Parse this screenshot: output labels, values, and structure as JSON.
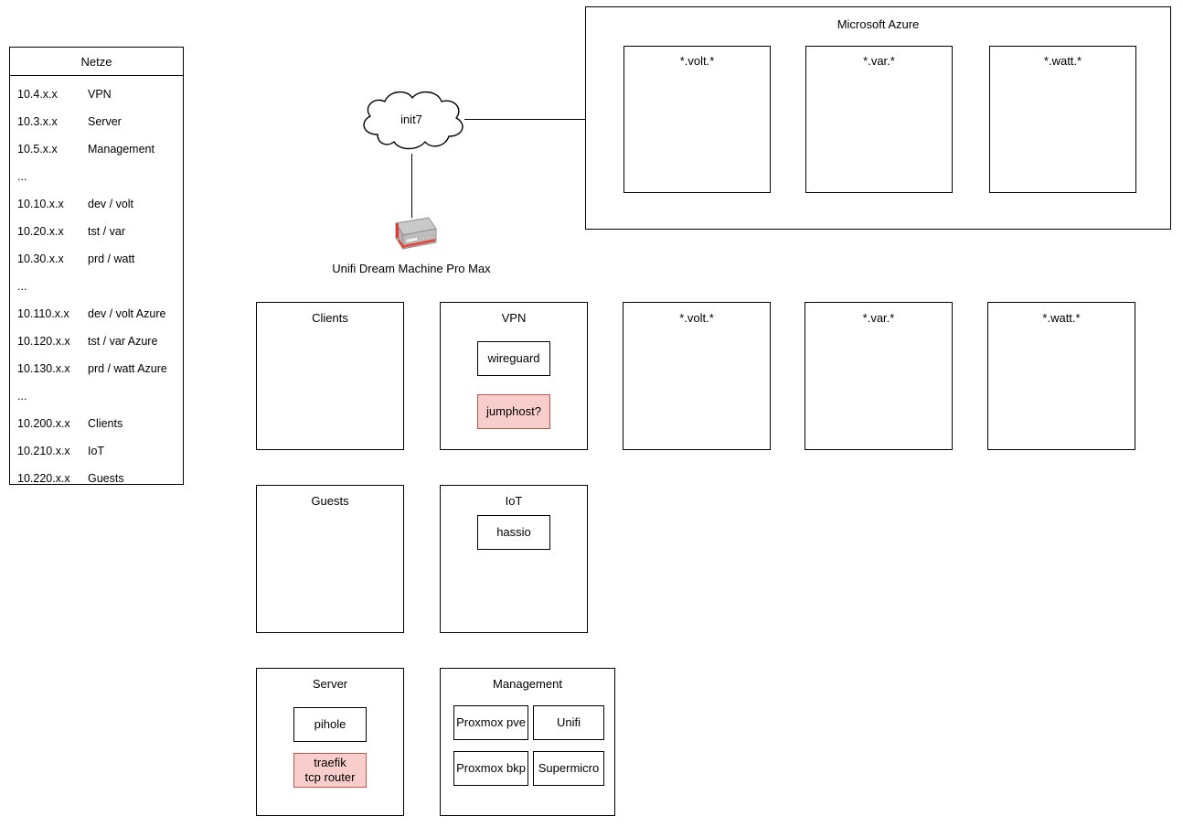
{
  "legend": {
    "title": "Netze",
    "rows": [
      {
        "ip": "10.4.x.x",
        "label": "VPN"
      },
      {
        "ip": "10.3.x.x",
        "label": "Server"
      },
      {
        "ip": "10.5.x.x",
        "label": "Management"
      },
      {
        "ip": "...",
        "label": ""
      },
      {
        "ip": "10.10.x.x",
        "label": "dev / volt"
      },
      {
        "ip": "10.20.x.x",
        "label": "tst / var"
      },
      {
        "ip": "10.30.x.x",
        "label": "prd / watt"
      },
      {
        "ip": "...",
        "label": ""
      },
      {
        "ip": "10.110.x.x",
        "label": "dev / volt Azure"
      },
      {
        "ip": "10.120.x.x",
        "label": "tst / var Azure"
      },
      {
        "ip": "10.130.x.x",
        "label": "prd / watt Azure"
      },
      {
        "ip": "...",
        "label": ""
      },
      {
        "ip": "10.200.x.x",
        "label": "Clients"
      },
      {
        "ip": "10.210.x.x",
        "label": "IoT"
      },
      {
        "ip": "10.220.x.x",
        "label": "Guests"
      }
    ]
  },
  "azure": {
    "title": "Microsoft Azure",
    "children": [
      {
        "label": "*.volt.*"
      },
      {
        "label": "*.var.*"
      },
      {
        "label": "*.watt.*"
      }
    ]
  },
  "cloud": {
    "label": "init7",
    "icon": "cloud-icon"
  },
  "gateway": {
    "caption": "Unifi Dream Machine Pro Max",
    "icon": "router-appliance-icon"
  },
  "zones": {
    "clients": {
      "title": "Clients",
      "children": []
    },
    "vpn": {
      "title": "VPN",
      "children": [
        {
          "label": "wireguard",
          "highlight": false
        },
        {
          "label": "jumphost?",
          "highlight": true
        }
      ]
    },
    "volt": {
      "title": "*.volt.*",
      "children": []
    },
    "var": {
      "title": "*.var.*",
      "children": []
    },
    "watt": {
      "title": "*.watt.*",
      "children": []
    },
    "guests": {
      "title": "Guests",
      "children": []
    },
    "iot": {
      "title": "IoT",
      "children": [
        {
          "label": "hassio",
          "highlight": false
        }
      ]
    },
    "server": {
      "title": "Server",
      "children": [
        {
          "label": "pihole",
          "highlight": false
        },
        {
          "label_line1": "traefik",
          "label_line2": "tcp router",
          "highlight": true
        }
      ]
    },
    "management": {
      "title": "Management",
      "children": [
        {
          "label": "Proxmox pve"
        },
        {
          "label": "Unifi"
        },
        {
          "label": "Proxmox bkp"
        },
        {
          "label": "Supermicro"
        }
      ]
    }
  },
  "colors": {
    "stroke": "#000000",
    "background": "#ffffff",
    "highlight_fill": "#f8cecc",
    "highlight_stroke": "#b85450",
    "device_body": "#b3b3b3",
    "device_accent": "#e8372c"
  }
}
